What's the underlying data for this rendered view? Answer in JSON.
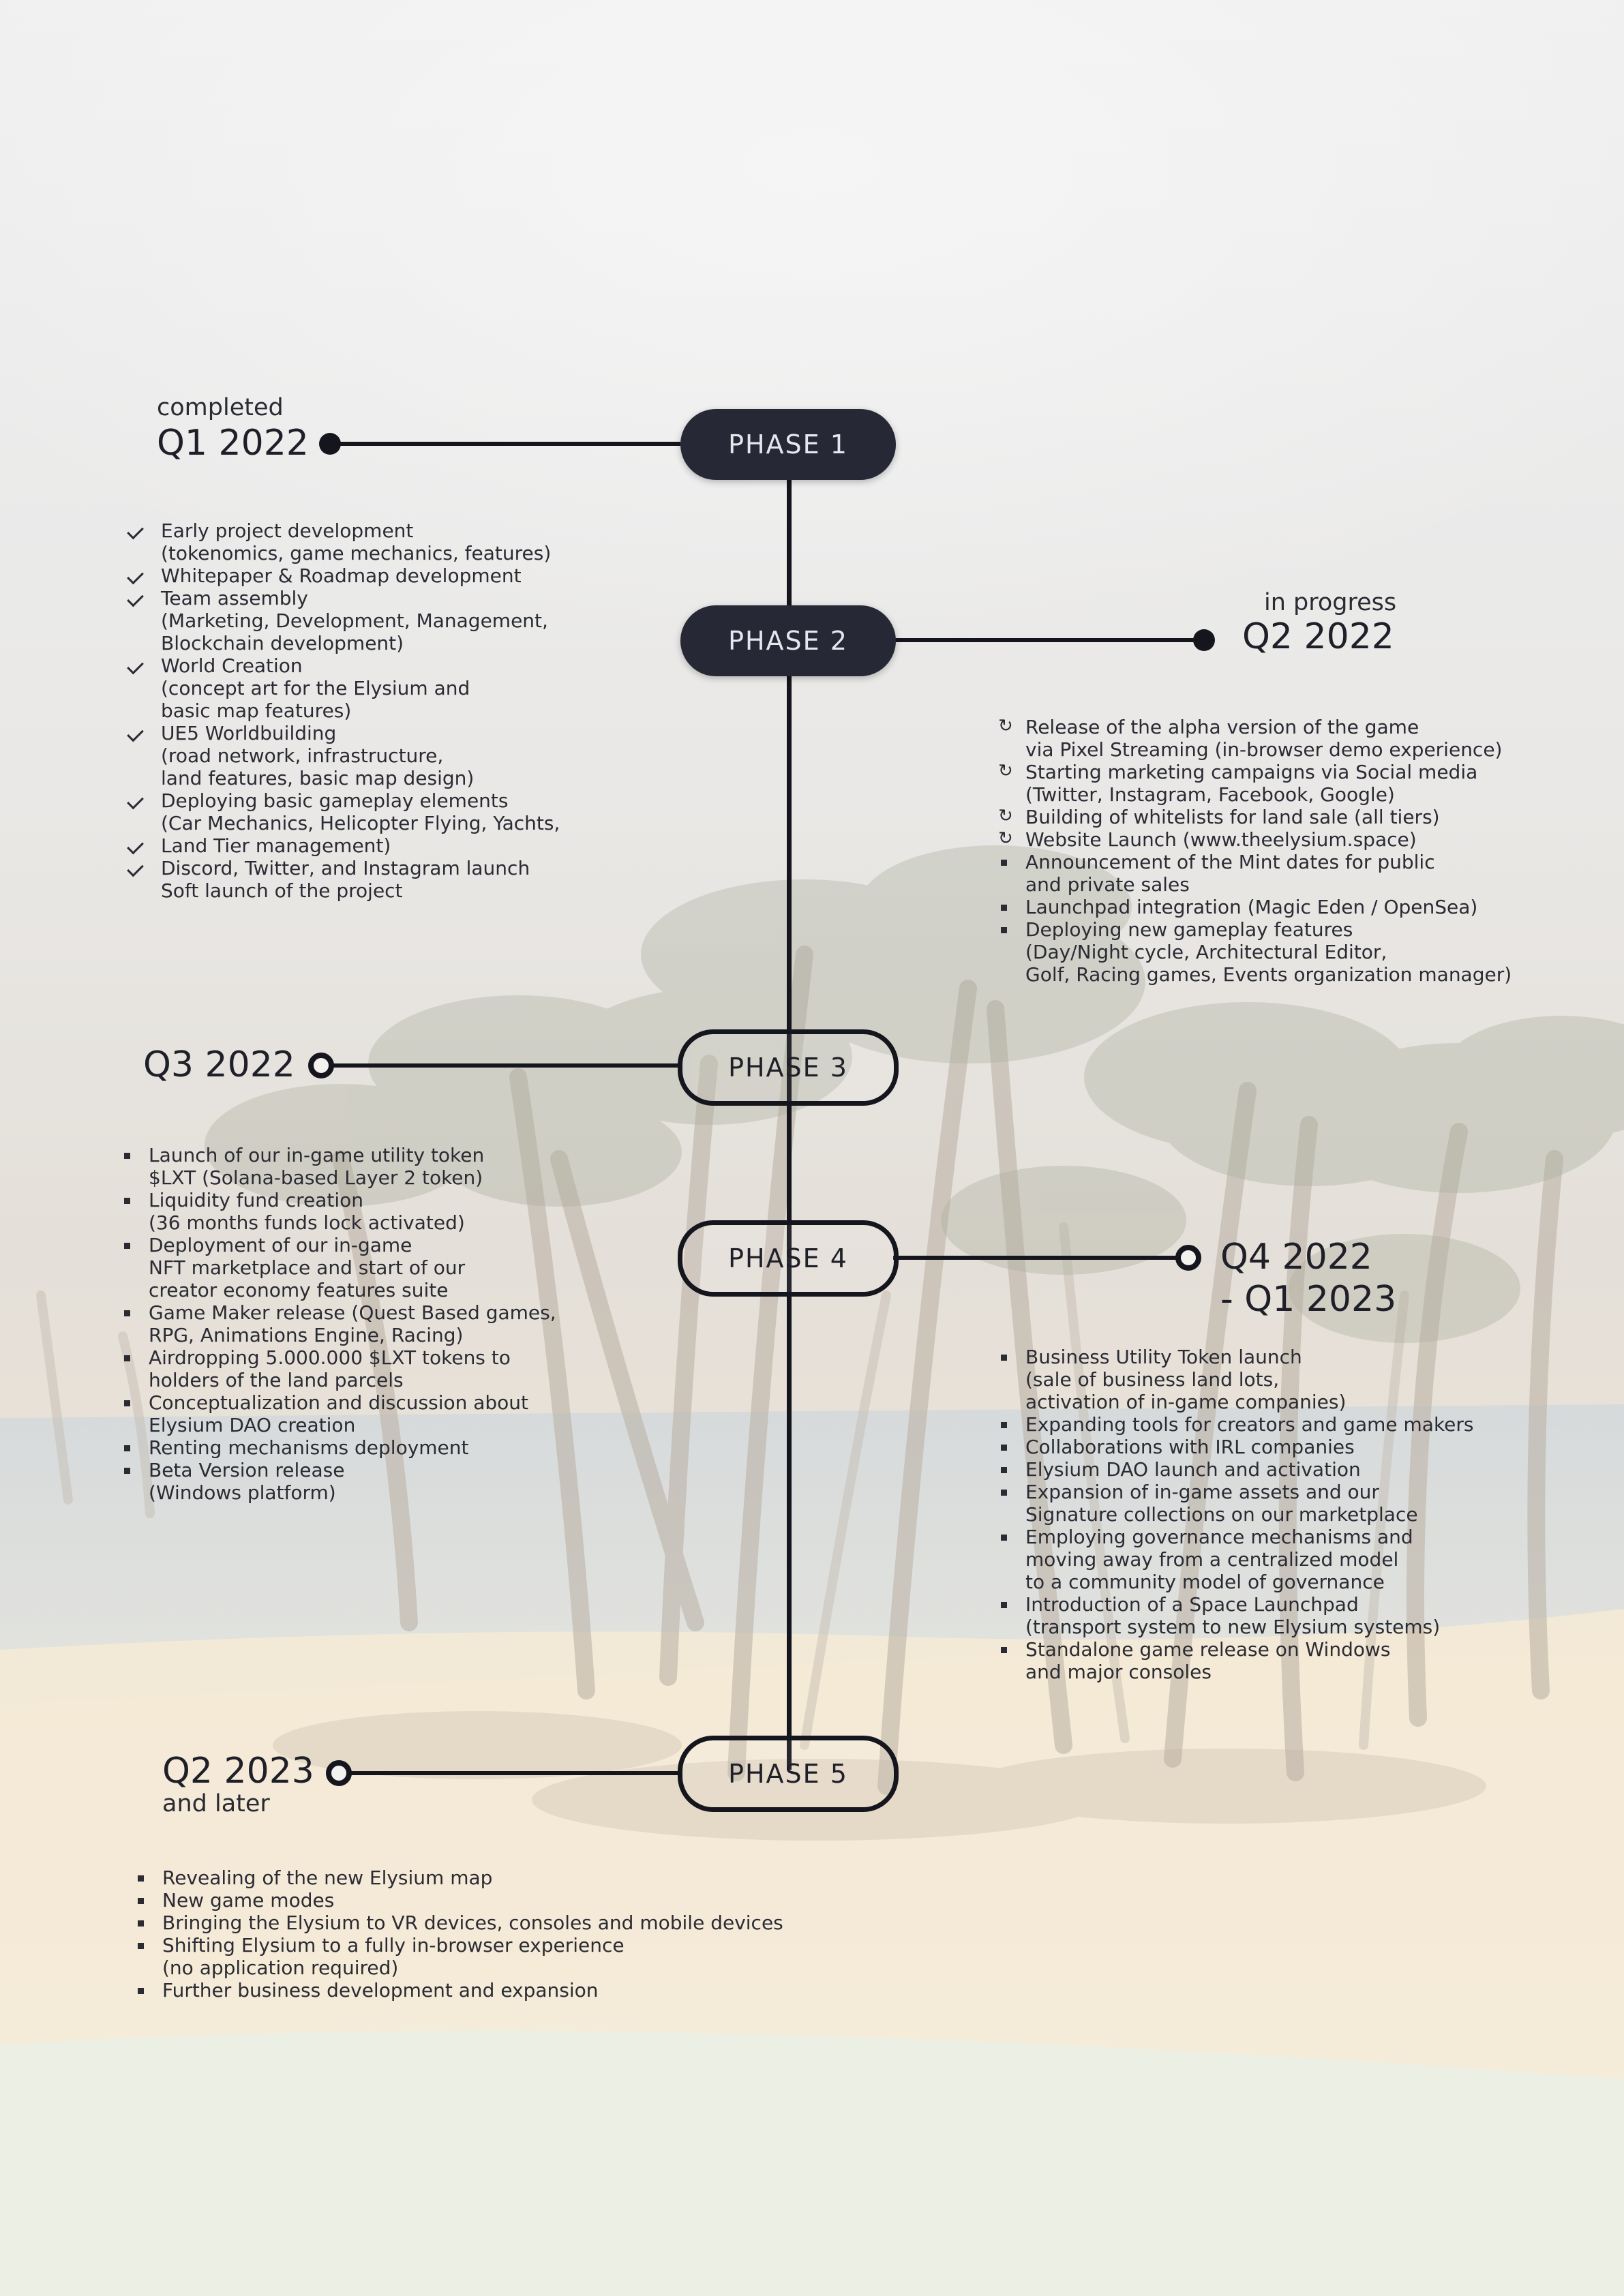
{
  "colors": {
    "line": "#15161d",
    "pill_filled": "#262835",
    "text": "#2a2b33"
  },
  "phases": [
    {
      "label": "PHASE 1",
      "style": "filled",
      "status": "completed",
      "date": "Q1 2022",
      "marker": "filled-dot",
      "task_icon": "check-icon",
      "tasks": [
        "Early project development\n(tokenomics, game mechanics, features)",
        "Whitepaper & Roadmap development",
        "Team assembly\n(Marketing, Development, Management,\nBlockchain development)",
        "World Creation\n(concept art for the Elysium and\nbasic map features)",
        "UE5 Worldbuilding\n(road network, infrastructure,\nland features, basic map design)",
        "Deploying basic gameplay elements\n(Car Mechanics, Helicopter Flying, Yachts,",
        "Land Tier management)",
        "Discord, Twitter, and Instagram launch\nSoft launch of the project"
      ]
    },
    {
      "label": "PHASE 2",
      "style": "filled",
      "status": "in progress",
      "date": "Q2 2022",
      "marker": "filled-dot",
      "tasks": [
        {
          "icon": "sync-icon",
          "text": "Release of the alpha version of the game\nvia Pixel Streaming (in-browser demo experience)"
        },
        {
          "icon": "sync-icon",
          "text": "Starting marketing campaigns via Social media\n(Twitter, Instagram, Facebook, Google)"
        },
        {
          "icon": "sync-icon",
          "text": "Building of whitelists for land sale (all tiers)"
        },
        {
          "icon": "sync-icon",
          "text": "Website Launch (www.theelysium.space)"
        },
        {
          "icon": "square-bullet-icon",
          "text": "Announcement of the Mint dates for public\nand private sales"
        },
        {
          "icon": "square-bullet-icon",
          "text": "Launchpad integration (Magic Eden / OpenSea)"
        },
        {
          "icon": "square-bullet-icon",
          "text": "Deploying new gameplay features\n(Day/Night cycle, Architectural Editor,\nGolf, Racing games, Events organization manager)"
        }
      ]
    },
    {
      "label": "PHASE 3",
      "style": "outline",
      "date": "Q3 2022",
      "marker": "hollow-ring",
      "task_icon": "square-bullet-icon",
      "tasks": [
        "Launch of our in-game utility token\n$LXT (Solana-based Layer 2 token)",
        "Liquidity fund creation\n(36 months funds lock activated)",
        "Deployment of our in-game\nNFT marketplace and start of our\ncreator economy features suite",
        "Game Maker release (Quest Based games,\nRPG, Animations Engine, Racing)",
        "Airdropping 5.000.000 $LXT tokens to\nholders of the land parcels",
        "Conceptualization and discussion about\nElysium DAO creation",
        "Renting mechanisms deployment",
        "Beta Version release\n(Windows platform)"
      ]
    },
    {
      "label": "PHASE 4",
      "style": "outline",
      "date_line1": "Q4 2022",
      "date_line2": "- Q1 2023",
      "marker": "hollow-ring",
      "task_icon": "square-bullet-icon",
      "tasks": [
        "Business Utility Token launch\n(sale of business land lots,\nactivation of in-game companies)",
        "Expanding tools for creators and game makers",
        "Collaborations with IRL companies",
        "Elysium DAO launch and activation",
        "Expansion of in-game assets and our\nSignature collections on our marketplace",
        "Employing governance mechanisms and\nmoving away from a centralized model\nto a community model of governance",
        "Introduction of a Space Launchpad\n(transport system to new Elysium systems)",
        "Standalone game release on Windows\nand major consoles"
      ]
    },
    {
      "label": "PHASE 5",
      "style": "outline",
      "date": "Q2 2023",
      "date_sub": "and later",
      "marker": "hollow-ring",
      "task_icon": "square-bullet-icon",
      "tasks": [
        "Revealing of the new Elysium map",
        "New game modes",
        "Bringing the Elysium to VR devices, consoles and mobile devices",
        "Shifting Elysium to a fully in-browser experience\n(no application required)",
        "Further business development and expansion"
      ]
    }
  ]
}
